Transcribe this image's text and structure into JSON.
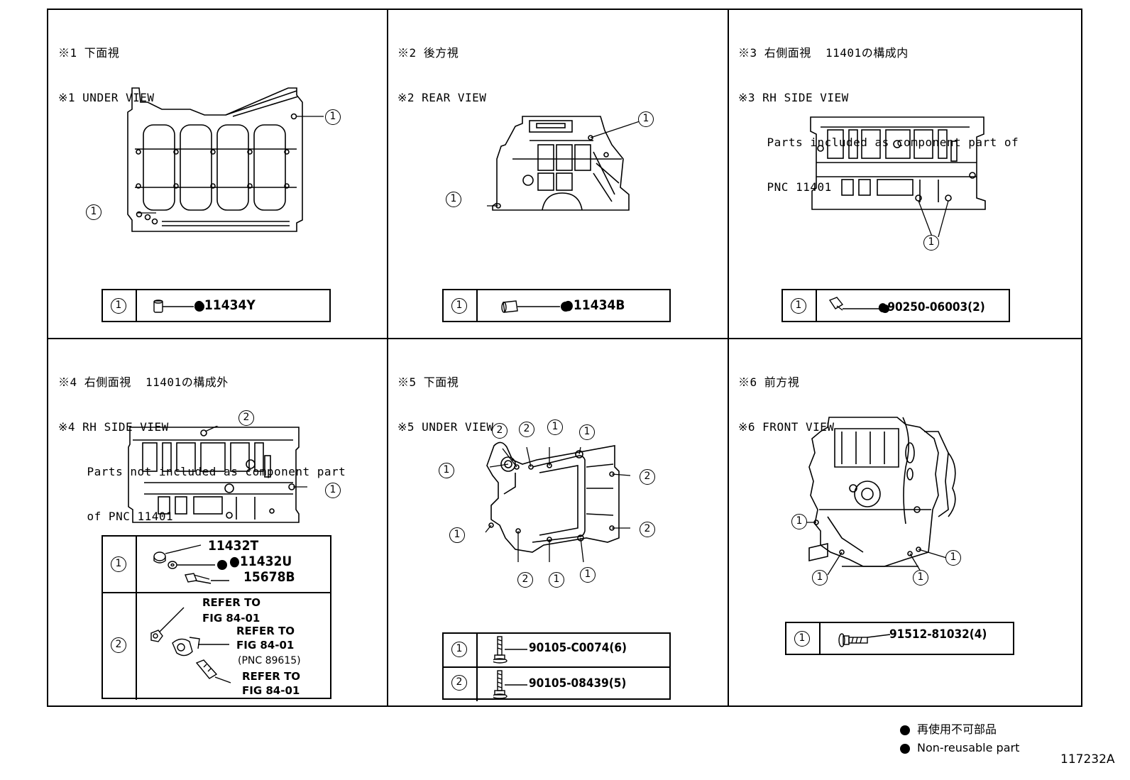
{
  "panels": [
    {
      "header": [
        "※1 下面視",
        "※1 UNDER VIEW"
      ],
      "callouts": [
        "1",
        "1"
      ],
      "parts": [
        {
          "index": "1",
          "part": "●11434Y"
        }
      ]
    },
    {
      "header": [
        "※2 後方視",
        "※2 REAR VIEW"
      ],
      "callouts": [
        "1",
        "1"
      ],
      "parts": [
        {
          "index": "1",
          "part": "●11434B"
        }
      ]
    },
    {
      "header": [
        "※3 右側面視  11401の構成内",
        "※3 RH SIDE VIEW",
        "    Parts included as component part of",
        "    PNC 11401"
      ],
      "callouts": [
        "1"
      ],
      "parts": [
        {
          "index": "1",
          "part": "●90250-06003(2)"
        }
      ]
    },
    {
      "header": [
        "※4 右側面視  11401の構成外",
        "※4 RH SIDE VIEW",
        "    Parts not included as component part",
        "    of PNC 11401"
      ],
      "callouts": [
        "2",
        "1"
      ],
      "parts": [
        {
          "index": "1",
          "items": [
            "11432T",
            "●11432U",
            "15678B"
          ]
        },
        {
          "index": "2",
          "notes": [
            "REFER TO",
            "FIG 84-01",
            "REFER TO",
            "FIG 84-01",
            "(PNC 89615)",
            "REFER TO",
            "FIG 84-01"
          ]
        }
      ]
    },
    {
      "header": [
        "※5 下面視",
        "※5 UNDER VIEW"
      ],
      "callouts": [
        "2",
        "2",
        "1",
        "1",
        "1",
        "2",
        "1",
        "2",
        "2",
        "1",
        "1"
      ],
      "parts": [
        {
          "index": "1",
          "part": "90105-C0074(6)"
        },
        {
          "index": "2",
          "part": "90105-08439(5)"
        }
      ]
    },
    {
      "header": [
        "※6 前方視",
        "※6 FRONT VIEW"
      ],
      "callouts": [
        "1",
        "1",
        "1",
        "1"
      ],
      "parts": [
        {
          "index": "1",
          "part": "91512-81032(4)"
        }
      ]
    }
  ],
  "legend": [
    "再使用不可部品",
    "Non-reusable part"
  ],
  "figure_number": "117232A"
}
